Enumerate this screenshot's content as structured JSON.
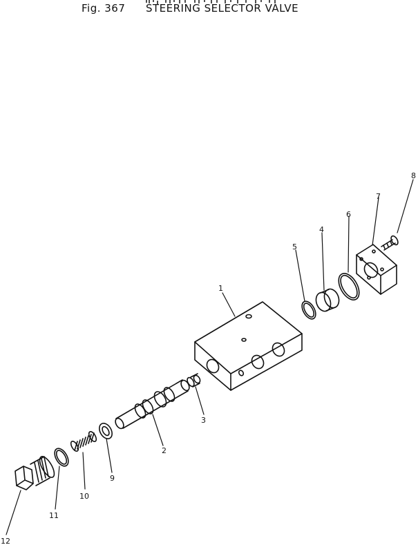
{
  "figure": {
    "number": "Fig. 367",
    "title": "STEERING SELECTOR VALVE"
  },
  "callouts": {
    "c1": "1",
    "c2": "2",
    "c3": "3",
    "c4": "4",
    "c5": "5",
    "c6": "6",
    "c7": "7",
    "c8": "8",
    "c9": "9",
    "c10": "10",
    "c11": "11",
    "c12": "12"
  }
}
